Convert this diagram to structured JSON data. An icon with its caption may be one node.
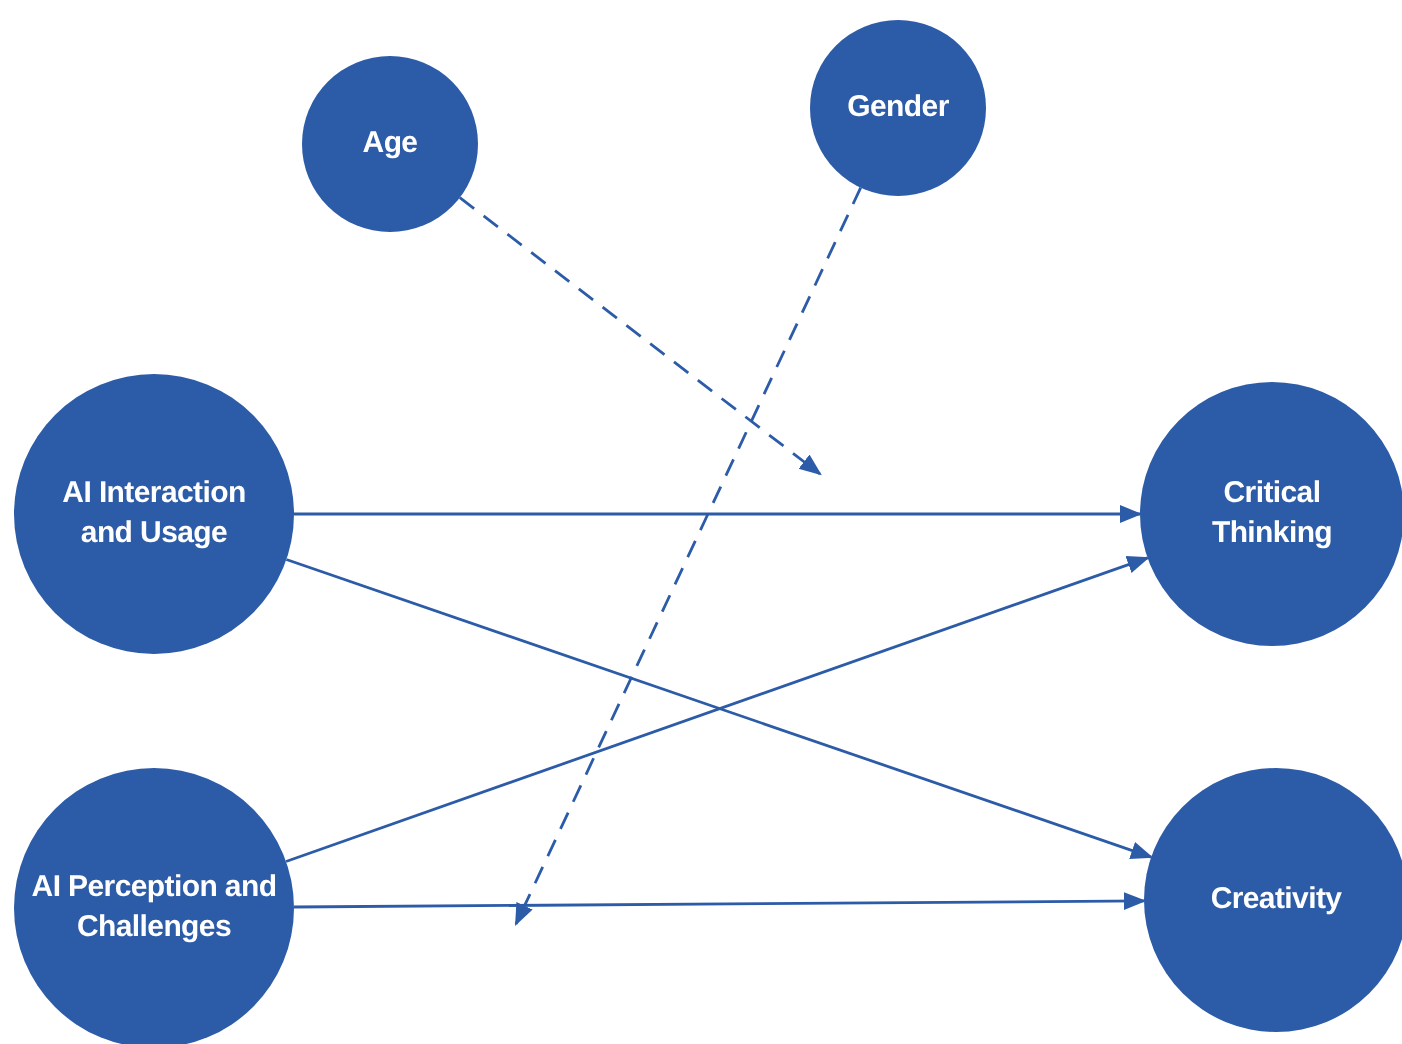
{
  "diagram": {
    "nodes": [
      {
        "text": [
          "Age"
        ]
      },
      {
        "text": [
          "Gender"
        ]
      },
      {
        "text": [
          "AI Interaction and Usage"
        ]
      },
      {
        "text": [
          "Critical Thinking"
        ]
      },
      {
        "text": [
          "AI Perception and Challenges"
        ]
      },
      {
        "text": [
          "Creativity"
        ]
      }
    ],
    "edges": [
      {
        "from": 2,
        "to": 3,
        "arrow": "to"
      },
      {
        "from": 2,
        "to": 5,
        "arrow": "to"
      },
      {
        "from": 4,
        "to": 3,
        "arrow": "to"
      },
      {
        "from": 4,
        "to": 5,
        "arrow": "to"
      },
      {
        "from": 0,
        "to": null,
        "arrow": "to",
        "style": "dashed"
      },
      {
        "from": 1,
        "to": null,
        "arrow": "to",
        "style": "dashed"
      }
    ]
  }
}
